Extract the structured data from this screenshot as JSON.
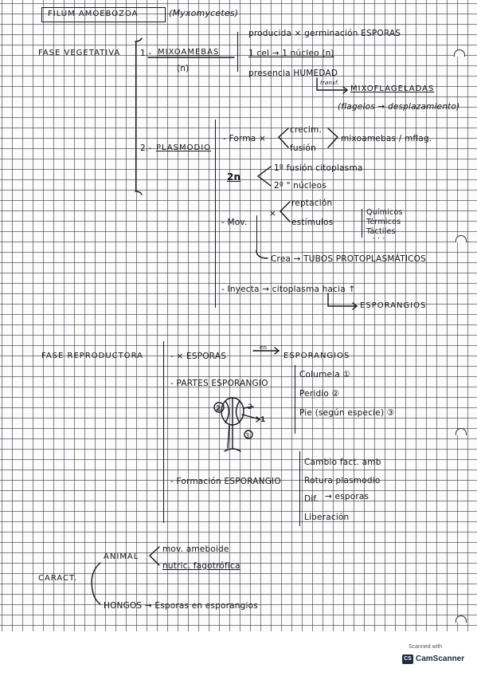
{
  "header": {
    "filum_title": "FILUM AMOEBOZOA",
    "filum_sub": "(Myxomycetes)"
  },
  "vegetativa": {
    "label": "FASE VEGETATIVA",
    "mixo": {
      "number": "1.-",
      "title": "MIXOAMEBAS",
      "ploidy": "(n)",
      "line1": "producida × germinación ESPORAS",
      "line2": "1 cel → 1 núcleo (n)",
      "line3": "presencia HUMEDAD",
      "transf": "transf.",
      "flagel": "MIXOFLAGELADAS",
      "flagel_detail": "(flagelos → desplazamiento)"
    },
    "plasmodio": {
      "number": "2.-",
      "title": "PLASMODIO",
      "forma_label": "- Forma ×",
      "crecim": "crecim.",
      "fusion": "fusión",
      "forma_result": "mixoamebas / mflag.",
      "ploidy": "2n",
      "fusion1": "1º fusión citoplasma",
      "fusion2": "2º   \"   núcleos",
      "mov_label": "- Mov.",
      "mov_x": "×",
      "reptacion": "reptación",
      "estimulos": "estímulos",
      "quimicos": "Químicos",
      "termicos": "Térmicos",
      "tactiles": "Táctiles",
      "dots": "· · ·",
      "crea": "Crea → TUBOS PROTOPLASMÁTICOS",
      "inyecta": "- Inyecta → citoplasma hacia ↑",
      "esporangios": "ESPORANGIOS"
    }
  },
  "reproductora": {
    "label": "FASE REPRODUCTORA",
    "esporas": "- × ESPORAS",
    "en": "en",
    "esporangios": "ESPORANGIOS",
    "partes": "- PARTES ESPORANGIO",
    "columela": "Columela ①",
    "peridio": "Peridio ②",
    "pie": "Pie (según especie) ③",
    "fig_n1": "1",
    "fig_n2": "2",
    "fig_n2b": "2",
    "fig_n3": "3",
    "formacion": "- Formación ESPORANGIO",
    "f1": "Cambio fact. amb",
    "f2": "Rotura plasmodio",
    "f3": "Dif.",
    "f3b": "→ esporas",
    "f4": "Liberación"
  },
  "caract": {
    "label": "CARACT.",
    "animal": "ANIMAL",
    "mov": "mov. ameboide",
    "nutric": "nutric. fagotrófica",
    "hongos": "HONGOS → Esporas en esporangios"
  },
  "footer": {
    "scanned_with": "Scanned with",
    "brand": "CamScanner",
    "icon": "CS"
  }
}
